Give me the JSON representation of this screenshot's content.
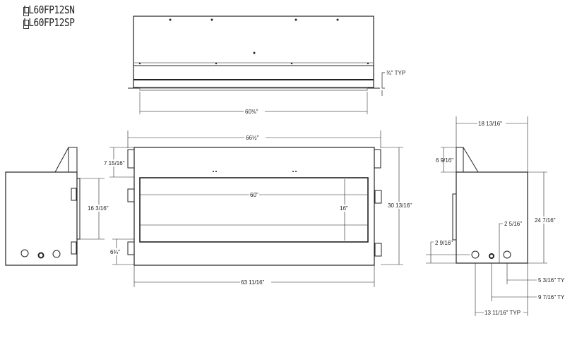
{
  "models": [
    "LL60FP12SN",
    "LL60FP12SP"
  ],
  "top_view": {
    "width_dim": "60⅜\"",
    "flange_dim": "¾\" TYP"
  },
  "front_view": {
    "overall_width": "66½\"",
    "base_width": "63 11/16\"",
    "top_height": "7 15/16\"",
    "bottom_height": "6¾\"",
    "overall_height": "30 13/16\"",
    "opening_width": "60\"",
    "opening_height": "16\""
  },
  "left_view": {
    "opening_height": "16 3/16\""
  },
  "right_view": {
    "depth": "18 13/16\"",
    "top_height": "6 9/16\"",
    "body_height": "24 7/16\"",
    "gas_height": "2 9/16\"",
    "conn_height": "2 5/16\"",
    "dim_a": "5 3/16\" TYP",
    "dim_b": "9 7/16\" TYP",
    "dim_c": "13 11/16\" TYP"
  }
}
